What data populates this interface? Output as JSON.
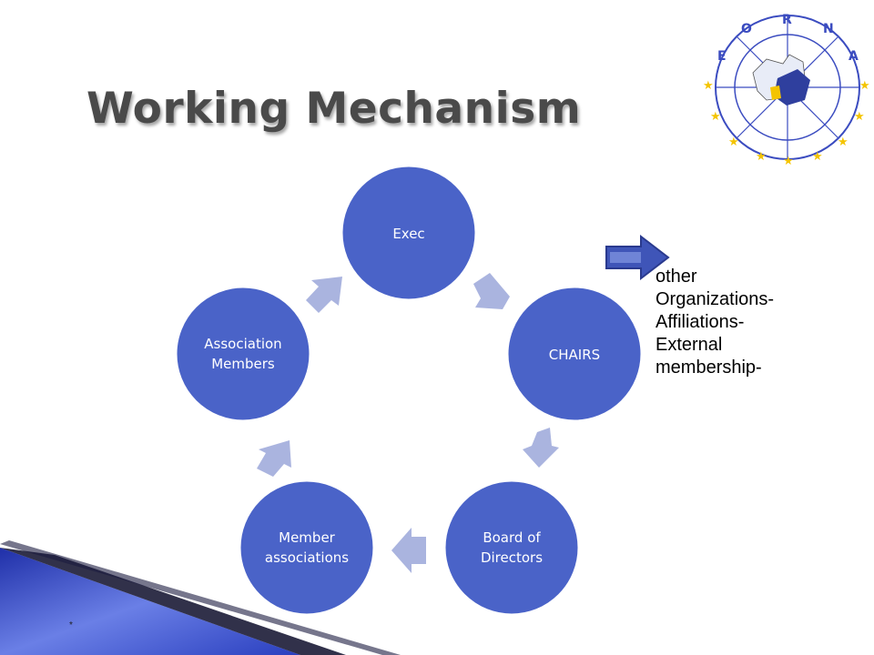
{
  "slide": {
    "title": "Working Mechanism",
    "footnote": "*"
  },
  "logo": {
    "letters": [
      "E",
      "O",
      "R",
      "N",
      "A"
    ],
    "colors": {
      "ring": "#3b4cc0",
      "map": "#2f3f9e",
      "star": "#f4c400"
    }
  },
  "cycle": {
    "nodes": [
      {
        "id": "exec",
        "lines": [
          "Exec"
        ]
      },
      {
        "id": "chairs",
        "lines": [
          "CHAIRS"
        ]
      },
      {
        "id": "board",
        "lines": [
          "Board of",
          "Directors"
        ]
      },
      {
        "id": "member-assoc",
        "lines": [
          "Member",
          "associations"
        ]
      },
      {
        "id": "assoc-members",
        "lines": [
          "Association",
          "Members"
        ]
      }
    ],
    "colors": {
      "node": "#4a63c8",
      "node_stroke": "#ffffff",
      "connector": "#aab4df"
    }
  },
  "callout": {
    "arrow_color": "#3f55b8",
    "lines": [
      "other",
      "Organizations-",
      "Affiliations-",
      "External",
      "membership-"
    ]
  },
  "decor": {
    "corner_blue": "#2a3fbf",
    "corner_dark": "#0d0d2a"
  }
}
